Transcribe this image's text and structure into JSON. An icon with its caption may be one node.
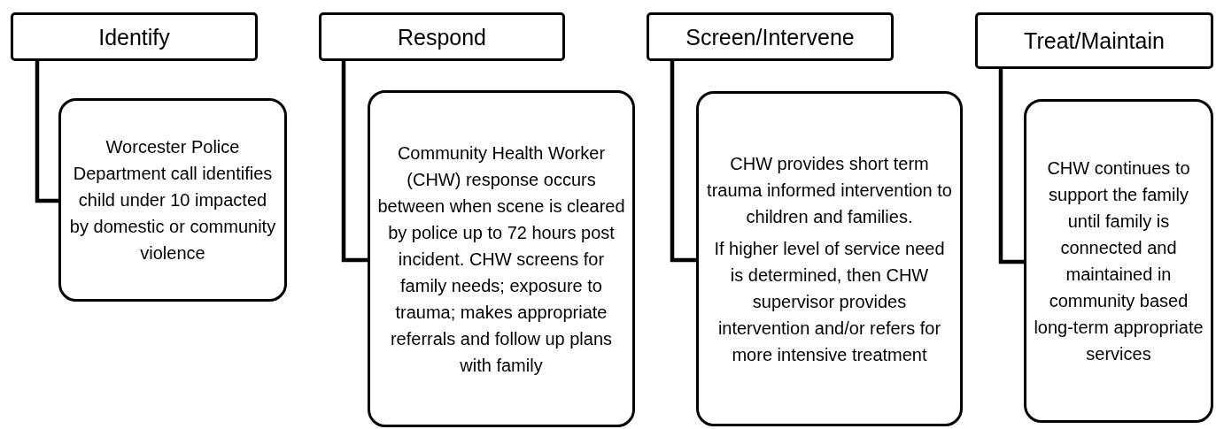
{
  "diagram": {
    "nodes": [
      {
        "text": [
          "Identify"
        ]
      },
      {
        "text": [
          "Worcester Police Department call identifies child under 10 impacted by domestic or community violence"
        ]
      },
      {
        "text": [
          "Respond"
        ]
      },
      {
        "text": [
          "Community Health Worker (CHW) response occurs between when scene is cleared by police up to 72 hours post incident. CHW screens for family needs; exposure to trauma; makes appropriate referrals and follow up plans with family"
        ]
      },
      {
        "text": [
          "Screen/Intervene"
        ]
      },
      {
        "text": [
          "CHW provides short term trauma informed intervention to children and families.",
          "If higher level of service need is determined, then CHW supervisor provides intervention and/or refers for more intensive treatment"
        ]
      },
      {
        "text": [
          "Treat/Maintain"
        ]
      },
      {
        "text": [
          "CHW continues to support the family until family is connected and maintained in community based long-term appropriate services"
        ]
      }
    ],
    "edges": [
      {
        "from": 0,
        "to": 1,
        "arrow": "none"
      },
      {
        "from": 2,
        "to": 3,
        "arrow": "none"
      },
      {
        "from": 4,
        "to": 5,
        "arrow": "none"
      },
      {
        "from": 6,
        "to": 7,
        "arrow": "none"
      }
    ]
  }
}
